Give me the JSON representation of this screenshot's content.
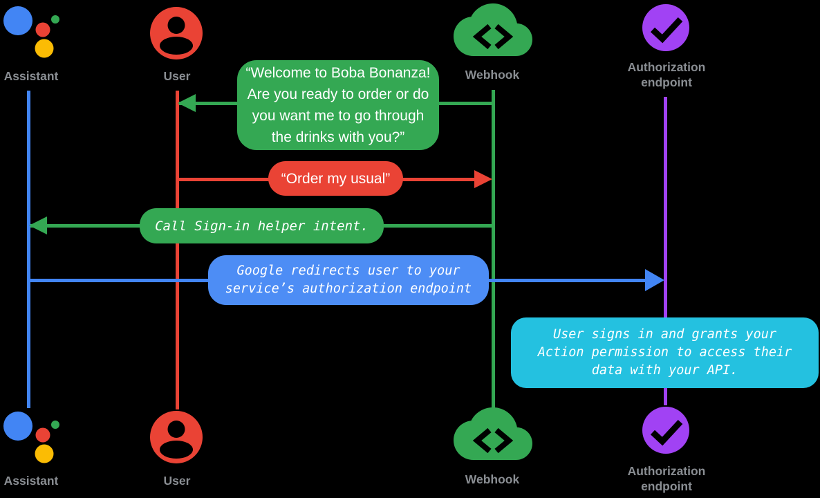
{
  "title": "Account linking sign-in sequence diagram",
  "background": "#000000",
  "colors": {
    "blue": "#4285F4",
    "red": "#EA4335",
    "green": "#34A853",
    "yellow": "#FBBC04",
    "purple": "#A142F4",
    "cyan": "#24C1E0",
    "bubble_blue": "#4D8DF5",
    "label_gray": "#8A8E93",
    "bubble_text": "#FFFFFF"
  },
  "actors": {
    "assistant": {
      "label": "Assistant"
    },
    "user": {
      "label": "User"
    },
    "webhook": {
      "label": "Webhook"
    },
    "authorization": {
      "label": "Authorization\nendpoint"
    }
  },
  "messages": {
    "welcome": {
      "from": "Webhook",
      "to": "User",
      "text": "“Welcome to Boba Bonanza!\nAre you ready to order or do\nyou want me to go through\nthe drinks with you?”"
    },
    "order": {
      "from": "User",
      "to": "Webhook",
      "text": "“Order my usual”"
    },
    "signin": {
      "from": "Webhook",
      "to": "Assistant",
      "text": "Call Sign-in helper intent."
    },
    "redirect": {
      "from": "Assistant",
      "to": "Authorization endpoint",
      "text": "Google redirects user to your\nservice’s authorization endpoint"
    },
    "grant": {
      "at": "Authorization endpoint",
      "text": "User signs in and grants your\nAction permission to access their\ndata with your API."
    }
  }
}
